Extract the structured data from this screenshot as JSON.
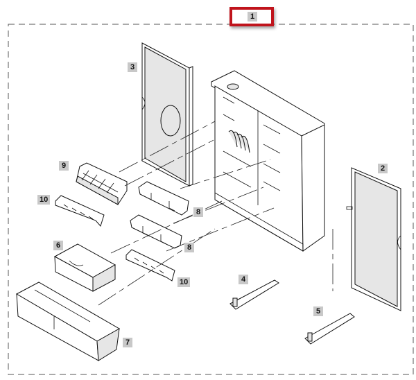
{
  "diagram": {
    "highlighted_callout": "1",
    "highlight_color": "#c0141c",
    "callouts": [
      {
        "id": "c1",
        "text": "1"
      },
      {
        "id": "c2",
        "text": "2"
      },
      {
        "id": "c3",
        "text": "3"
      },
      {
        "id": "c4",
        "text": "4"
      },
      {
        "id": "c5",
        "text": "5"
      },
      {
        "id": "c6",
        "text": "6"
      },
      {
        "id": "c7",
        "text": "7"
      },
      {
        "id": "c8a",
        "text": "8"
      },
      {
        "id": "c8b",
        "text": "8"
      },
      {
        "id": "c9",
        "text": "9"
      },
      {
        "id": "c10a",
        "text": "10"
      },
      {
        "id": "c10b",
        "text": "10"
      }
    ]
  }
}
